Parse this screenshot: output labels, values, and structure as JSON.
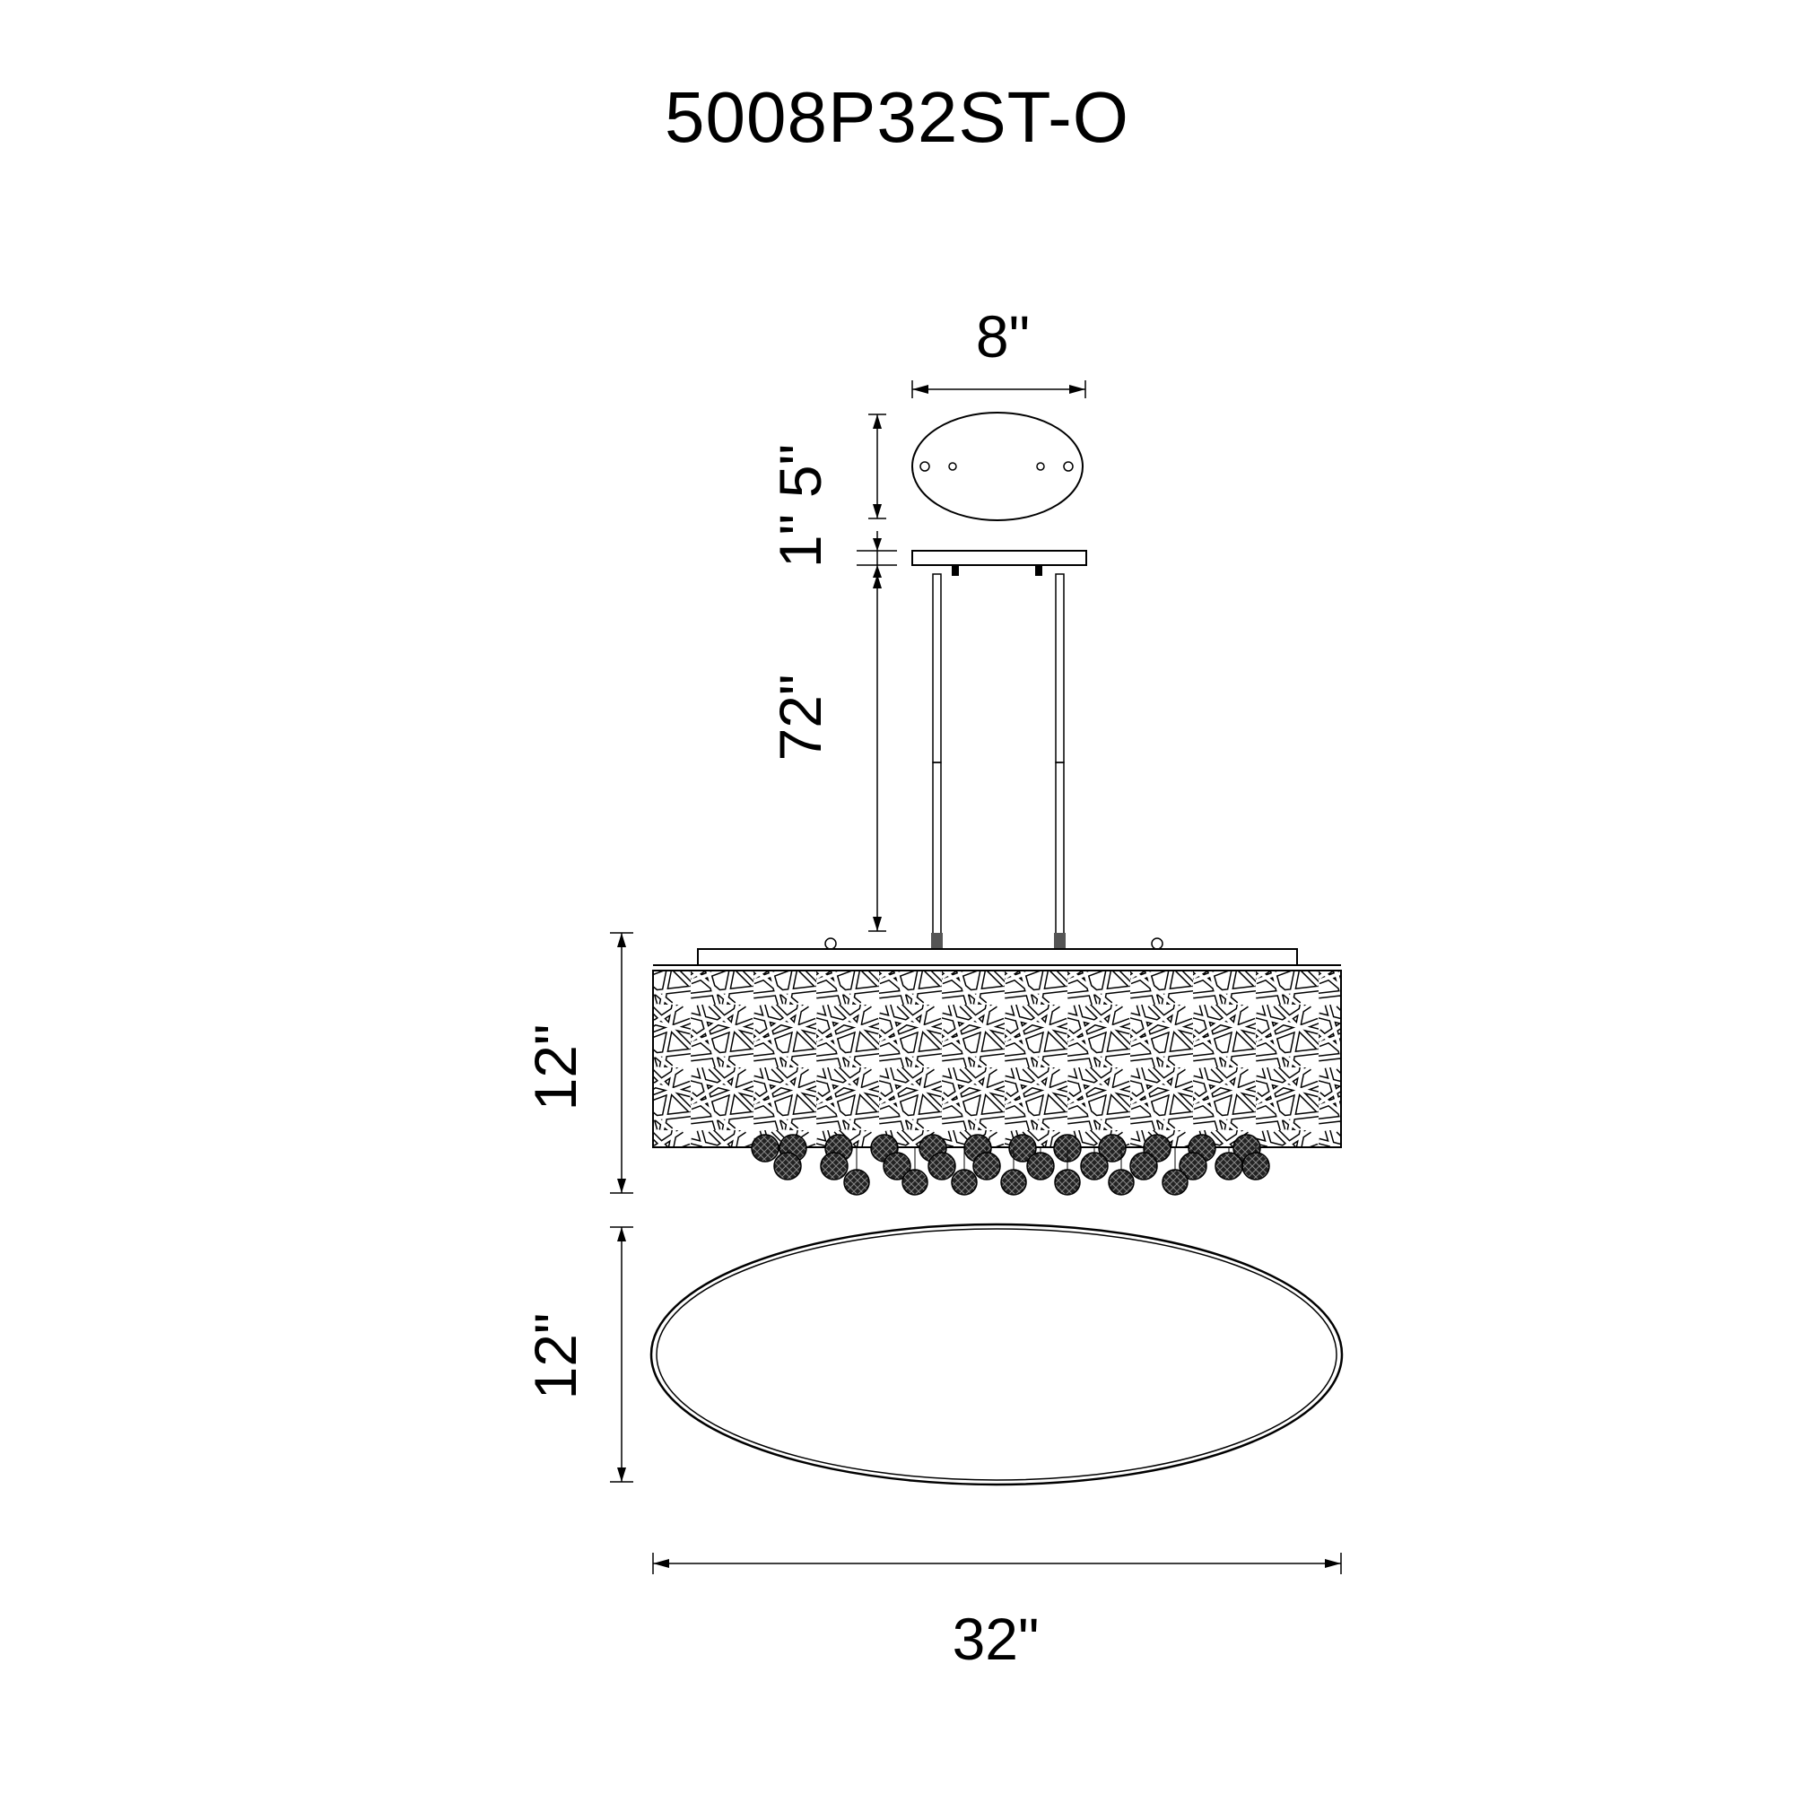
{
  "model_number": "5008P32ST-O",
  "dimensions": {
    "canopy_width": "8\"",
    "canopy_depth": "5\"",
    "canopy_height": "1\"",
    "cable_length": "72\"",
    "fixture_height": "12\"",
    "fixture_depth": "12\"",
    "fixture_width": "32\""
  }
}
